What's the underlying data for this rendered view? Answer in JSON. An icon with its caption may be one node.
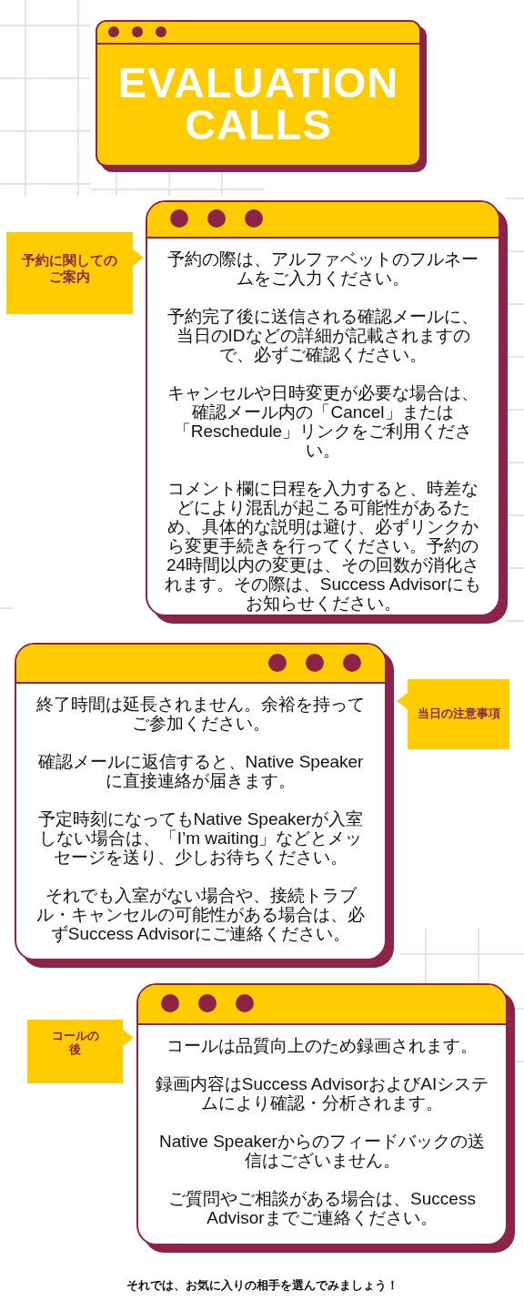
{
  "diagram": {
    "nodes": [
      {
        "text": [
          "EVALUATION CALLS"
        ]
      },
      {
        "text": [
          "予約に関してのご案内"
        ]
      },
      {
        "text": [
          "予約の際は、アルファベットのフルネームをご入力ください。",
          "予約完了後に送信される確認メールに、当日のIDなどの詳細が記載されますので、必ずご確認ください。",
          "キャンセルや日時変更が必要な場合は、確認メール内の「Cancel」または「Reschedule」リンクをご利用ください。",
          "コメント欄に日程を入力すると、時差などにより混乱が起こる可能性があるため、具体的な説明は避け、必ずリンクから変更手続きを行ってください。予約の24時間以内の変更は、その回数が消化されます。その際は、Success Advisorにもお知らせください。"
        ]
      },
      {
        "text": [
          "終了時間は延長されません。余裕を持ってご参加ください。",
          "確認メールに返信すると、Native Speakerに直接連絡が届きます。",
          "予定時刻になってもNative Speakerが入室しない場合は、「I’m waiting」などとメッセージを送り、少しお待ちください。",
          "それでも入室がない場合や、接続トラブル・キャンセルの可能性がある場合は、必ずSuccess Advisorにご連絡ください。"
        ]
      },
      {
        "text": [
          "当日の注意事項"
        ]
      },
      {
        "text": [
          "コールの後"
        ]
      },
      {
        "text": [
          "コールは品質向上のため録画されます。",
          "録画内容はSuccess AdvisorおよびAIシステムにより確認・分析されます。",
          "Native Speakerからのフィードバックの送信はございません。",
          "ご質問やご相談がある場合は、Success Advisorまでご連絡ください。"
        ]
      }
    ],
    "labels": [
      "それでは、お気に入りの相手を選んでみましょう！"
    ]
  }
}
